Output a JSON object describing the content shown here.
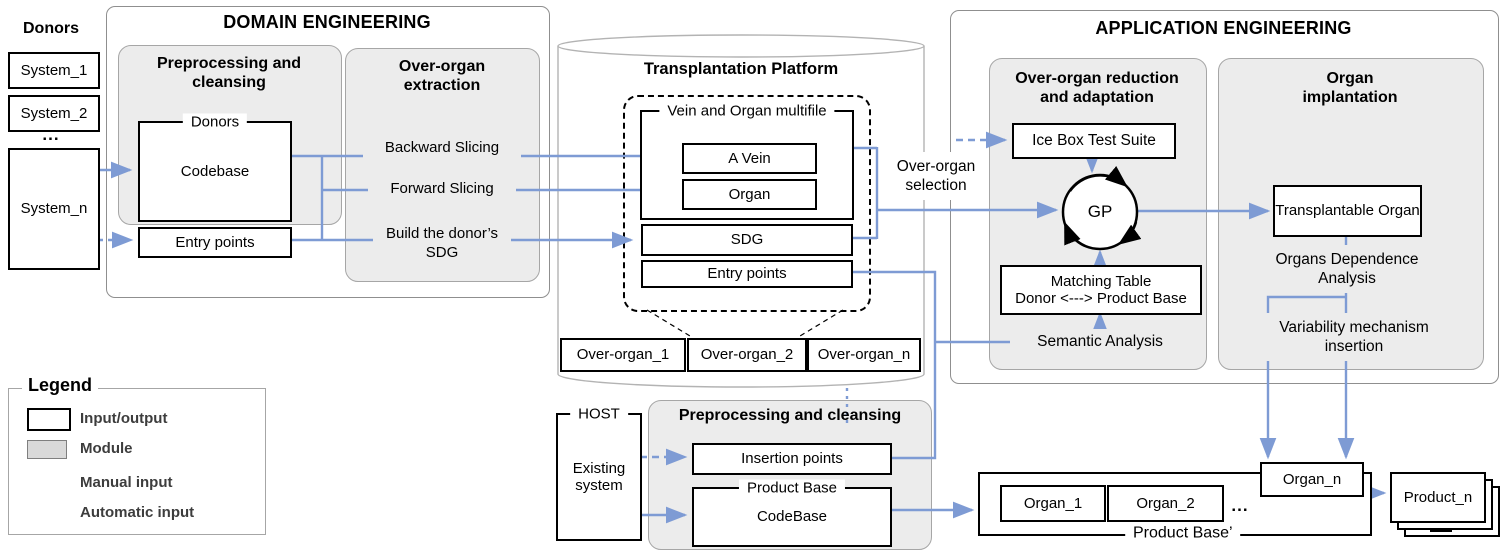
{
  "colors": {
    "accent_blue": "#7E9BD4",
    "module_fill": "#ECECEC",
    "module_border": "#A6A6A6",
    "container_border": "#8F8F8F",
    "box_border": "#000000",
    "legend_text": "#3D3D3D"
  },
  "donors": {
    "label": "Donors",
    "systems": [
      "System_1",
      "System_2",
      "System_n"
    ],
    "ellipsis": "..."
  },
  "domain_engineering": {
    "title": "DOMAIN ENGINEERING",
    "preprocessing": {
      "title": "Preprocessing and cleansing",
      "codebase_tag": "Donors",
      "codebase": "Codebase",
      "entry_points": "Entry points"
    },
    "extraction": {
      "title": "Over-organ extraction",
      "steps": [
        "Backward Slicing",
        "Forward Slicing",
        "Build the donor’s SDG"
      ]
    }
  },
  "platform": {
    "title": "Transplantation Platform",
    "multifile": {
      "tag": "Vein and Organ multifile",
      "a_vein": "A Vein",
      "organ": "Organ"
    },
    "sdg": "SDG",
    "entry_points": "Entry points",
    "over_organs": [
      "Over-organ_1",
      "Over-organ_2",
      "Over-organ_n"
    ]
  },
  "application_engineering": {
    "title": "APPLICATION ENGINEERING",
    "reduction": {
      "title": "Over-organ reduction and adaptation",
      "ice_box": "Ice Box Test Suite",
      "gp": "GP",
      "matching_line1": "Matching Table",
      "matching_line2": "Donor <---> Product Base",
      "semantic": "Semantic Analysis"
    },
    "implantation": {
      "title": "Organ implantation",
      "transplantable": "Transplantable Organ",
      "organs_dependence": "Organs Dependence Analysis",
      "variability": "Variability mechanism insertion"
    }
  },
  "labels": {
    "over_organ_selection": "Over-organ selection"
  },
  "host": {
    "tag": "HOST",
    "body": "Existing system"
  },
  "host_preprocessing": {
    "title": "Preprocessing and cleansing",
    "insertion_points": "Insertion points",
    "product_base_tag": "Product Base",
    "codebase": "CodeBase"
  },
  "product_base_prime": {
    "label": "Product Base’",
    "organs": [
      "Organ_1",
      "Organ_2"
    ],
    "ellipsis": "...",
    "organ_n": "Organ_n"
  },
  "product_n": "Product_n",
  "legend": {
    "title": "Legend",
    "items": [
      "Input/output",
      "Module",
      "Manual input",
      "Automatic input"
    ]
  }
}
